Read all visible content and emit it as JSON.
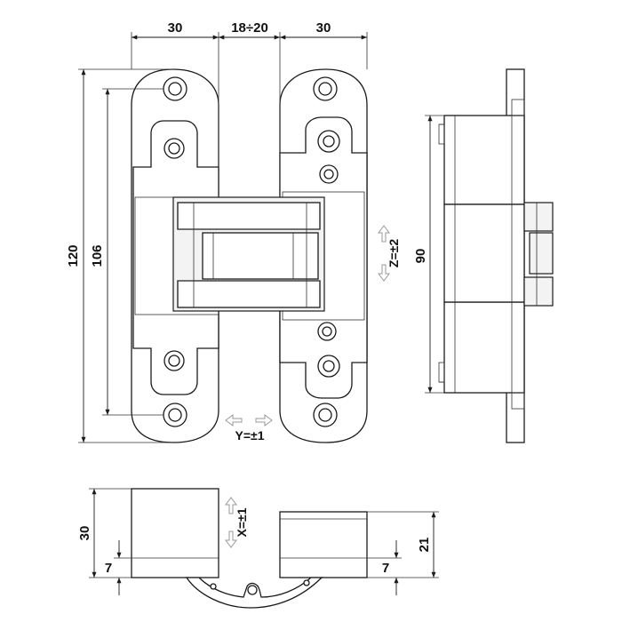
{
  "dimensions": {
    "top_left_width": "30",
    "top_gap": "18÷20",
    "top_right_width": "30",
    "overall_height": "120",
    "hole_spacing": "106",
    "side_height": "90",
    "side_bottom_height": "30",
    "side_bottom_offset_left": "7",
    "side_bottom_offset_right": "7",
    "side_bottom_right_height": "21"
  },
  "adjustments": {
    "z": "Z=±2",
    "y": "Y=±1",
    "x": "X=±1"
  }
}
